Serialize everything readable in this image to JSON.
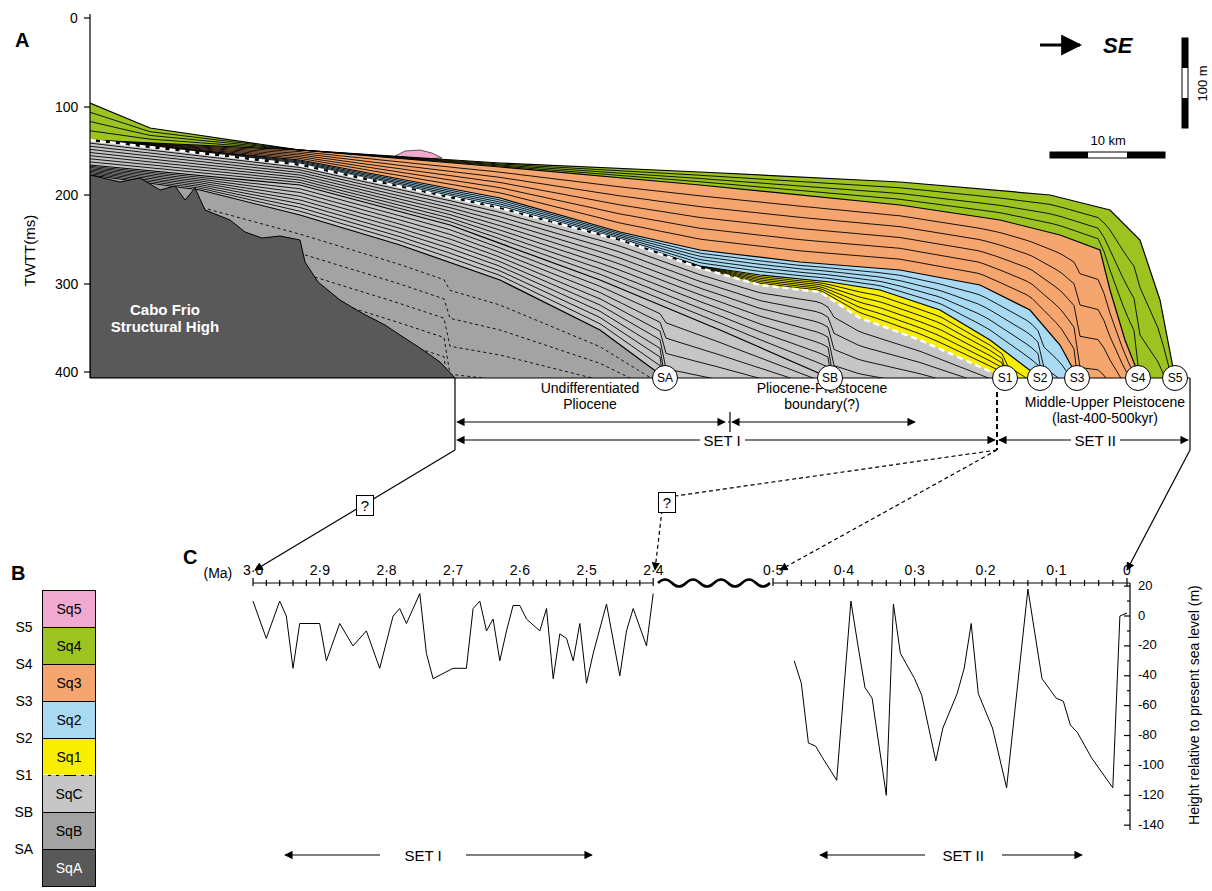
{
  "diagram": {
    "nodes": [
      {
        "text": [
          "SA"
        ]
      },
      {
        "text": [
          "SB"
        ]
      },
      {
        "text": [
          "S1"
        ]
      },
      {
        "text": [
          "S2"
        ]
      },
      {
        "text": [
          "S3"
        ]
      },
      {
        "text": [
          "S4"
        ]
      },
      {
        "text": [
          "S5"
        ]
      },
      {
        "text": [
          "?"
        ]
      },
      {
        "text": [
          "?"
        ]
      }
    ],
    "labels": [
      "A",
      "SE",
      "100 m",
      "10 km",
      "0",
      "100",
      "200",
      "300",
      "400",
      "TWTT(ms)",
      "Cabo Frio Structural High",
      "Undifferentiated Pliocene",
      "Pliocene-Pleistocene boundary(?)",
      "Middle-Upper Pleistocene (last-400-500kyr)",
      "SET I",
      "SET II",
      "C",
      "B",
      "S5",
      "S4",
      "S3",
      "S2",
      "S1",
      "SB",
      "SA",
      "(Ma)",
      "3·0",
      "2·9",
      "2·8",
      "2·7",
      "2·6",
      "2·5",
      "2·4",
      "0·5",
      "0·4",
      "0·3",
      "0·2",
      "0·1",
      "0",
      "20",
      "0",
      "-20",
      "-40",
      "-60",
      "-80",
      "-100",
      "-120",
      "-140",
      "Height relative to present sea level (m)",
      "SET I",
      "SET II"
    ],
    "legend": [
      {
        "text": "Sq5",
        "color": "#f0a9cf"
      },
      {
        "text": "Sq4",
        "color": "#9cc31f"
      },
      {
        "text": "Sq3",
        "color": "#f4a66e"
      },
      {
        "text": "Sq2",
        "color": "#a9daf2"
      },
      {
        "text": "Sq1",
        "color": "#f7ee00"
      },
      {
        "text": "SqC",
        "color": "#c6c6c6"
      },
      {
        "text": "SqB",
        "color": "#a3a3a3"
      },
      {
        "text": "SqA",
        "color": "#595959"
      }
    ]
  }
}
